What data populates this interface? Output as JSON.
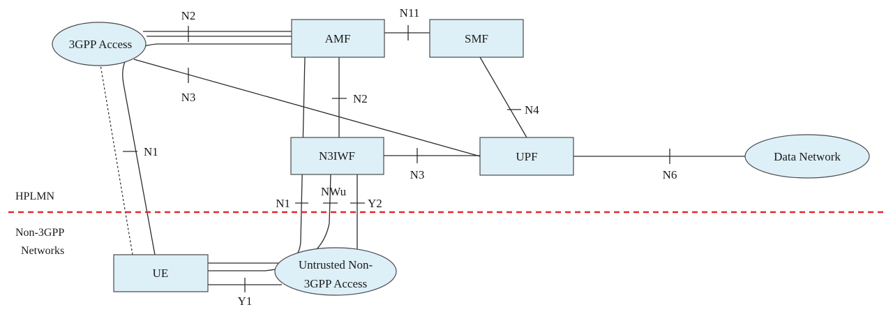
{
  "nodes": {
    "amf": "AMF",
    "smf": "SMF",
    "n3iwf": "N3IWF",
    "upf": "UPF",
    "ue": "UE",
    "access_3gpp": "3GPP Access",
    "data_network": "Data Network",
    "untrusted_line1": "Untrusted Non-",
    "untrusted_line2": "3GPP Access"
  },
  "interfaces": {
    "n2_top": "N2",
    "n11": "N11",
    "n3_left": "N3",
    "n2_mid": "N2",
    "n4": "N4",
    "n1_left": "N1",
    "n3_mid": "N3",
    "n6": "N6",
    "n1_bottom": "N1",
    "nwu": "NWu",
    "y2": "Y2",
    "y1": "Y1"
  },
  "regions": {
    "hplmn": "HPLMN",
    "non3gpp_line1": "Non-3GPP",
    "non3gpp_line2": "Networks"
  },
  "colors": {
    "node_fill": "#ddeff7",
    "boundary": "#e0282e",
    "line": "#2b2b2b"
  }
}
